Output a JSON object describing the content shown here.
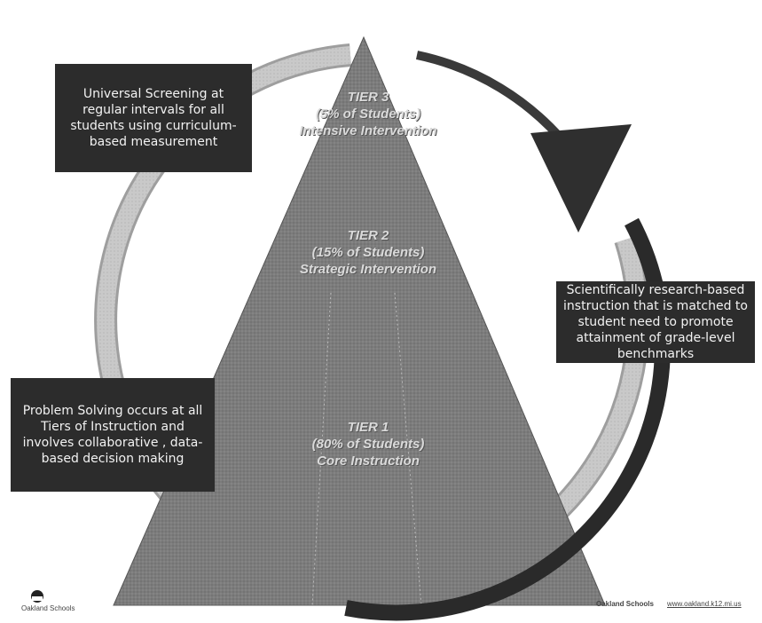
{
  "boxes": {
    "screening": "Universal Screening at regular intervals for all students using curriculum-based measurement",
    "instruction": "Scientifically research-based instruction that is matched to student need to promote attainment of grade-level benchmarks",
    "problem_solving": "Problem Solving occurs at all Tiers of Instruction and involves collaborative , data-based decision making"
  },
  "tiers": {
    "tier3": {
      "name": "TIER 3",
      "pct": "(5% of Students)",
      "desc": "Intensive Intervention"
    },
    "tier2": {
      "name": "TIER 2",
      "pct": "(15% of Students)",
      "desc": "Strategic Intervention"
    },
    "tier1": {
      "name": "TIER 1",
      "pct": "(80% of Students)",
      "desc": "Core Instruction"
    }
  },
  "footer": {
    "left_logo": "Oakland Schools",
    "right_org": "Oakland Schools",
    "right_url": "www.oakland.k12.mi.us"
  },
  "colors": {
    "box_bg": "#2c2c2c",
    "triangle": "#7a7a7a",
    "arrow_dark": "#2a2a2a"
  }
}
